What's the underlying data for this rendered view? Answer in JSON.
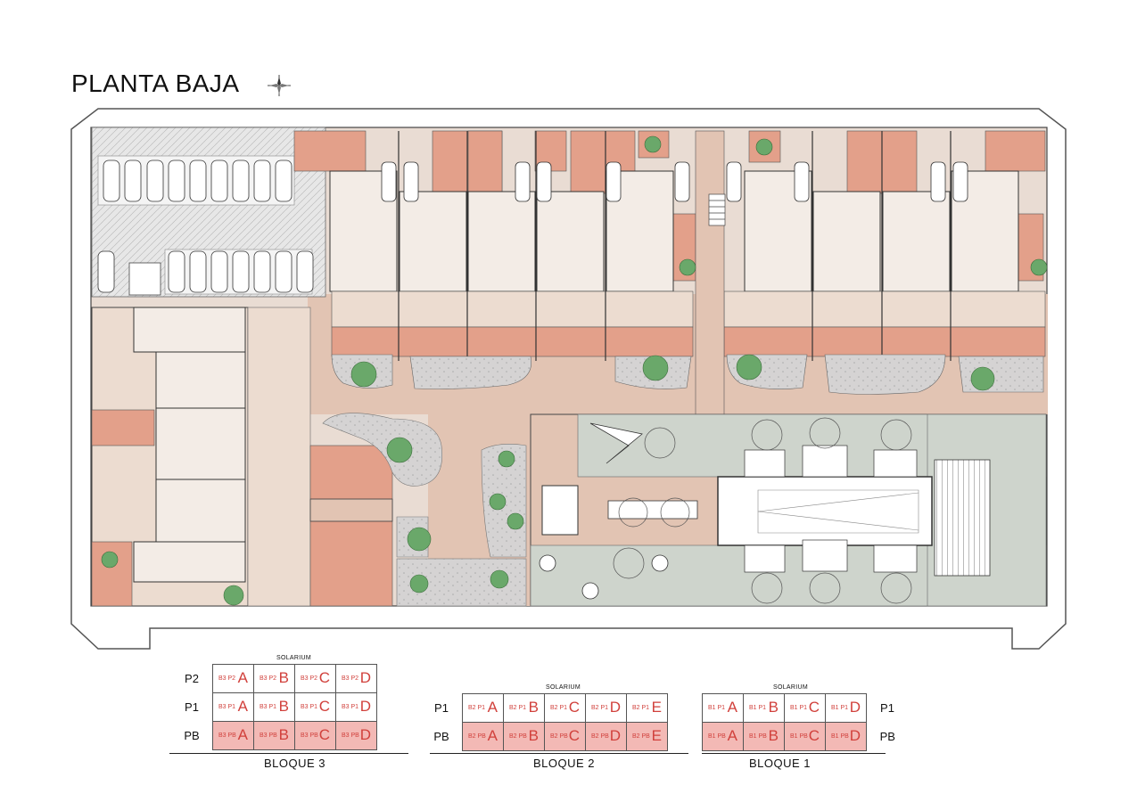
{
  "title": "PLANTA BAJA",
  "compass_icon": "north-arrow-star",
  "colors": {
    "terrace": "#e3a08a",
    "patio": "#f1e6de",
    "garden": "#ced4cc",
    "paving": "#e2dcd6",
    "unit_highlight": "#f3b9b5",
    "unit_text": "#d1413c"
  },
  "legend": {
    "solarium_label": "SOLARIUM",
    "bloque3": {
      "name": "BLOQUE 3",
      "rows": [
        {
          "label": "P2",
          "cells": [
            {
              "code": "B3 P2",
              "letter": "A"
            },
            {
              "code": "B3 P2",
              "letter": "B"
            },
            {
              "code": "B3 P2",
              "letter": "C"
            },
            {
              "code": "B3 P2",
              "letter": "D"
            }
          ]
        },
        {
          "label": "P1",
          "cells": [
            {
              "code": "B3 P1",
              "letter": "A"
            },
            {
              "code": "B3 P1",
              "letter": "B"
            },
            {
              "code": "B3 P1",
              "letter": "C"
            },
            {
              "code": "B3 P1",
              "letter": "D"
            }
          ]
        },
        {
          "label": "PB",
          "cells": [
            {
              "code": "B3 PB",
              "letter": "A"
            },
            {
              "code": "B3 PB",
              "letter": "B"
            },
            {
              "code": "B3 PB",
              "letter": "C"
            },
            {
              "code": "B3 PB",
              "letter": "D"
            }
          ]
        }
      ]
    },
    "bloque2": {
      "name": "BLOQUE 2",
      "rows": [
        {
          "label": "P1",
          "cells": [
            {
              "code": "B2 P1",
              "letter": "A"
            },
            {
              "code": "B2 P1",
              "letter": "B"
            },
            {
              "code": "B2 P1",
              "letter": "C"
            },
            {
              "code": "B2 P1",
              "letter": "D"
            },
            {
              "code": "B2 P1",
              "letter": "E"
            }
          ]
        },
        {
          "label": "PB",
          "cells": [
            {
              "code": "B2 PB",
              "letter": "A"
            },
            {
              "code": "B2 PB",
              "letter": "B"
            },
            {
              "code": "B2 PB",
              "letter": "C"
            },
            {
              "code": "B2 PB",
              "letter": "D"
            },
            {
              "code": "B2 PB",
              "letter": "E"
            }
          ]
        }
      ]
    },
    "bloque1": {
      "name": "BLOQUE 1",
      "rows": [
        {
          "label": "P1",
          "cells": [
            {
              "code": "B1 P1",
              "letter": "A"
            },
            {
              "code": "B1 P1",
              "letter": "B"
            },
            {
              "code": "B1 P1",
              "letter": "C"
            },
            {
              "code": "B1 P1",
              "letter": "D"
            }
          ]
        },
        {
          "label": "PB",
          "cells": [
            {
              "code": "B1 PB",
              "letter": "A"
            },
            {
              "code": "B1 PB",
              "letter": "B"
            },
            {
              "code": "B1 PB",
              "letter": "C"
            },
            {
              "code": "B1 PB",
              "letter": "D"
            }
          ]
        }
      ]
    }
  }
}
